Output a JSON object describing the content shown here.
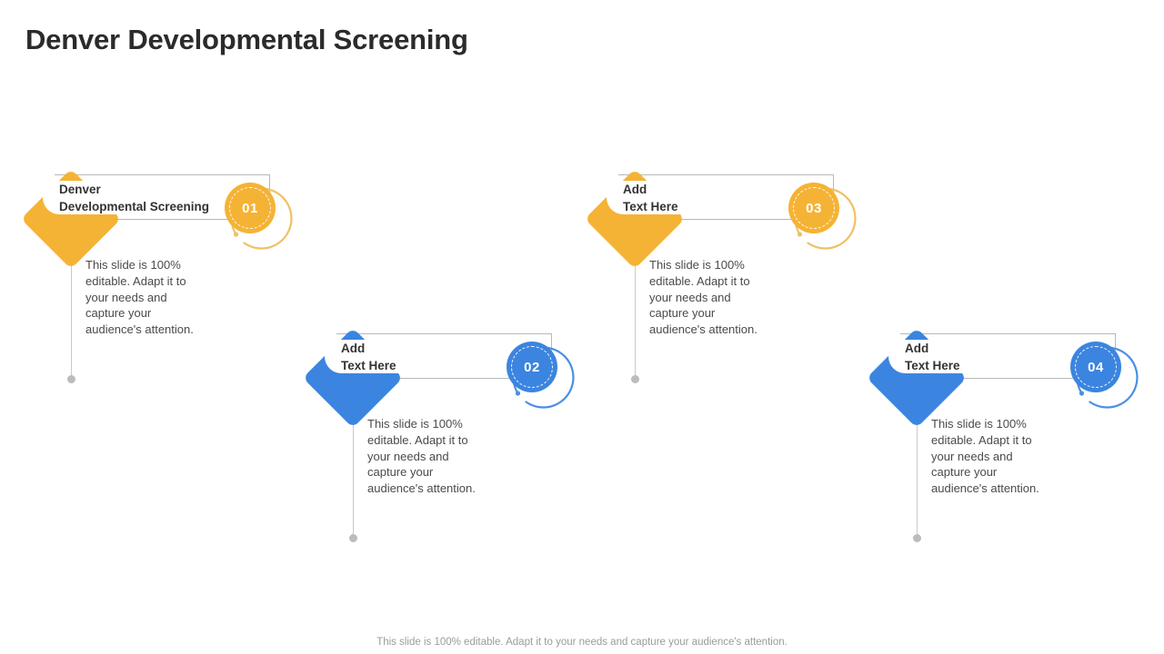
{
  "slide": {
    "title": "Denver Developmental Screening",
    "footer_note": "This slide is 100% editable. Adapt it to your needs and capture your audience's attention.",
    "background_color": "#ffffff"
  },
  "theme": {
    "orange": "#F5B335",
    "orange_arc": "#EFC164",
    "blue": "#3B85E0",
    "blue_arc": "#4A90E2",
    "outline_gray": "#b8b8b8",
    "connector_gray": "#c9c9c9",
    "dot_gray": "#bcbcbc",
    "title_color": "#2b2b2b",
    "label_color": "#333333",
    "body_color": "#4a4a4a",
    "footer_color": "#9b9b9b"
  },
  "items": [
    {
      "number": "01",
      "color_name": "orange",
      "label_line1": "Denver",
      "label_line2": "Developmental Screening",
      "body": "This slide is 100% editable. Adapt it to your needs and capture your audience's attention."
    },
    {
      "number": "02",
      "color_name": "blue",
      "label_line1": "Add",
      "label_line2": "Text Here",
      "body": "This slide is 100% editable. Adapt it to your needs and capture your audience's attention."
    },
    {
      "number": "03",
      "color_name": "orange",
      "label_line1": "Add",
      "label_line2": "Text Here",
      "body": "This slide is 100% editable. Adapt it to your needs and capture your audience's attention."
    },
    {
      "number": "04",
      "color_name": "blue",
      "label_line1": "Add",
      "label_line2": "Text Here",
      "body": "This slide is 100% editable. Adapt it to your needs and capture your audience's attention."
    }
  ]
}
